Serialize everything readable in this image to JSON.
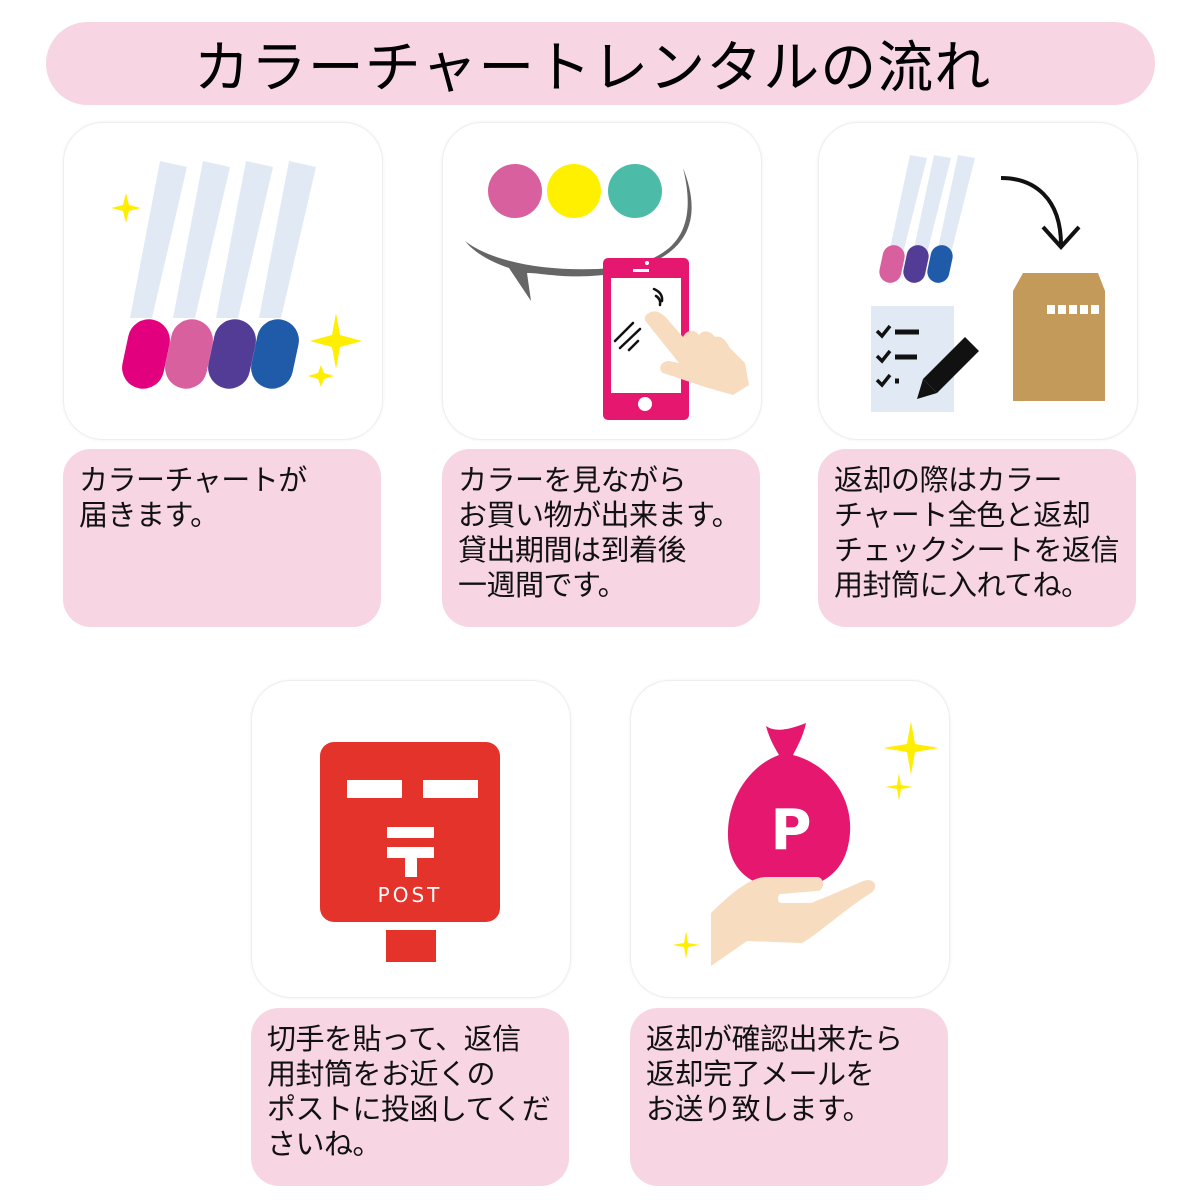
{
  "header": {
    "title": "カラーチャートレンタルの流れ"
  },
  "colors": {
    "pink_bg": "#f7d5e3",
    "magenta": "#e2007f",
    "pink": "#d9609e",
    "purple": "#523c96",
    "blue": "#1f5ba8",
    "strip": "#e1eaf4",
    "yellow": "#fff000",
    "teal": "#4cbca8",
    "phone": "#e5176f",
    "skin": "#f8dcc0",
    "envelope": "#c49a5a",
    "post_red": "#e4332a",
    "sparkle": "#ffee00"
  },
  "steps": [
    {
      "icon": "color-chart-strips-icon",
      "lines": [
        "カラーチャートが",
        "届きます。"
      ]
    },
    {
      "icon": "smartphone-shopping-icon",
      "lines": [
        "カラーを見ながら",
        "お買い物が出来ます。",
        "貸出期間は到着後",
        "一週間です。"
      ]
    },
    {
      "icon": "return-envelope-icon",
      "envelope_stamp_boxes": 5,
      "lines": [
        "返却の際はカラー",
        "チャート全色と返却",
        "チェックシートを返信",
        "用封筒に入れてね。"
      ]
    },
    {
      "icon": "post-box-icon",
      "post_label": "POST",
      "lines": [
        "切手を貼って、返信",
        "用封筒をお近くの",
        "ポストに投函してくだ",
        "さいね。"
      ]
    },
    {
      "icon": "points-bag-icon",
      "bag_letter": "P",
      "lines": [
        "返却が確認出来たら",
        "返却完了メールを",
        "お送り致します。"
      ]
    }
  ]
}
